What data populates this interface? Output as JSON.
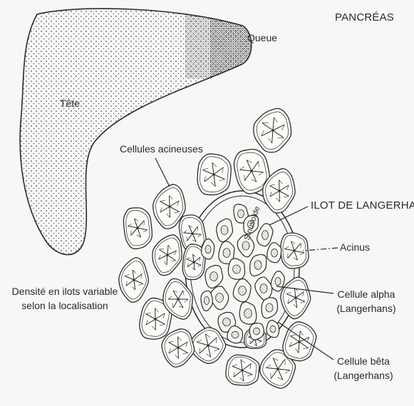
{
  "labels": {
    "title": "PANCRÉAS",
    "queue": "Queue",
    "tete": "Tête",
    "acineuses": "Cellules acineuses",
    "langerhans": "ILOT DE LANGERHANS",
    "sinusoide": "Sinusoïde",
    "acinus": "Acinus",
    "alpha_1": "Cellule alpha",
    "alpha_2": "(Langerhans)",
    "beta_1": "Cellule bêta",
    "beta_2": "(Langerhans)",
    "density_1": "Densité en ilots variable",
    "density_2": "selon la localisation"
  },
  "colors": {
    "ink": "#2a2a2a",
    "paper": "#f7f7f5"
  }
}
